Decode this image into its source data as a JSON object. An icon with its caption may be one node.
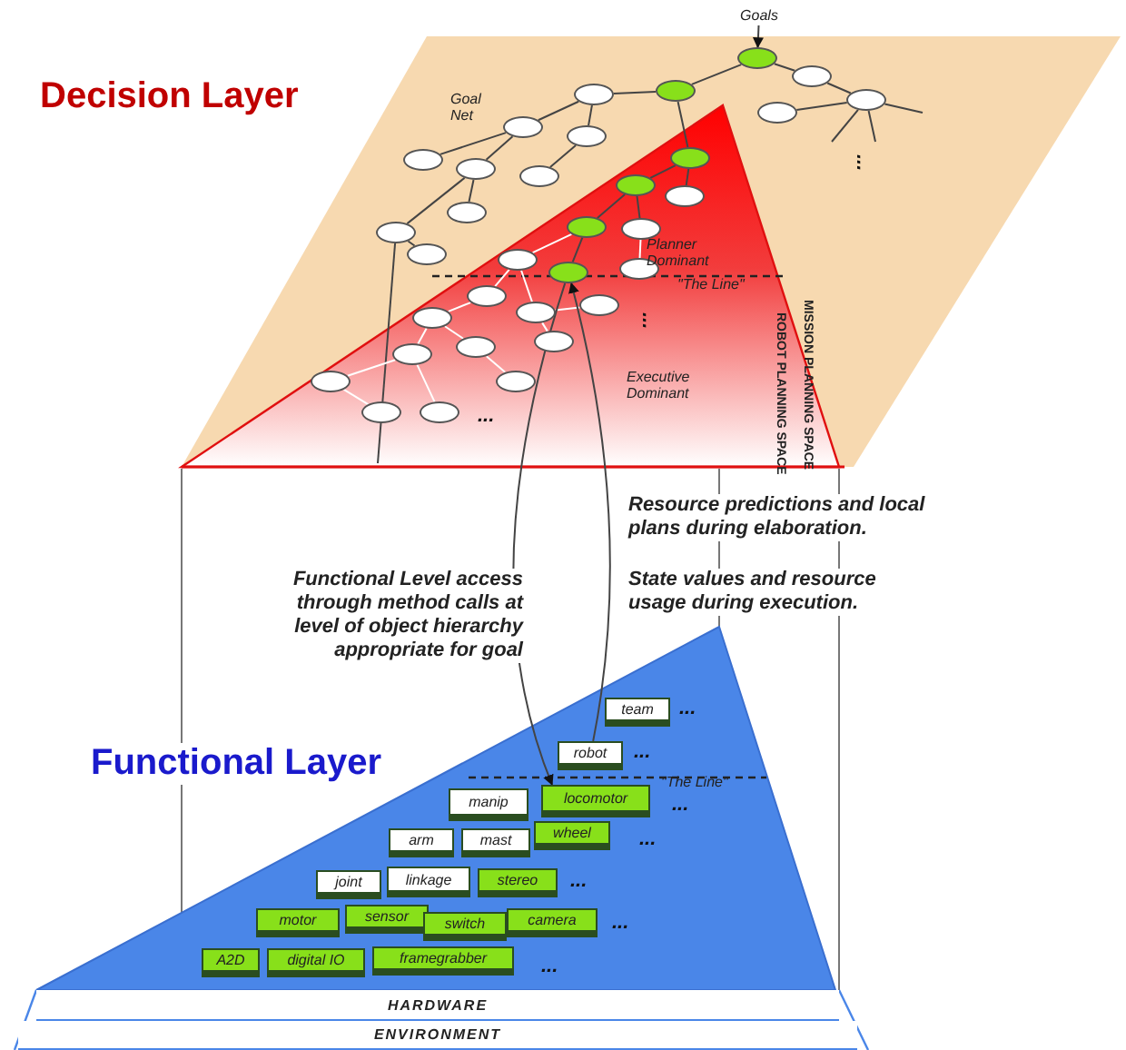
{
  "diagram": {
    "nodes": [
      {
        "text": [
          "Goals"
        ]
      },
      {
        "text": [],
        "shape": "ellipse"
      },
      {
        "text": [],
        "shape": "ellipse"
      },
      {
        "text": [],
        "shape": "ellipse"
      },
      {
        "text": [],
        "shape": "ellipse"
      },
      {
        "text": [],
        "shape": "ellipse"
      },
      {
        "text": [],
        "shape": "ellipse"
      },
      {
        "text": [],
        "shape": "ellipse"
      },
      {
        "text": [],
        "shape": "ellipse"
      },
      {
        "text": [],
        "shape": "ellipse"
      },
      {
        "text": [],
        "shape": "ellipse"
      },
      {
        "text": [],
        "shape": "ellipse"
      },
      {
        "text": [],
        "shape": "ellipse"
      },
      {
        "text": [],
        "shape": "ellipse"
      },
      {
        "text": [],
        "shape": "ellipse"
      },
      {
        "text": [],
        "shape": "ellipse"
      },
      {
        "text": [],
        "shape": "ellipse"
      },
      {
        "text": [],
        "shape": "ellipse"
      },
      {
        "text": [],
        "shape": "ellipse"
      },
      {
        "text": [],
        "shape": "ellipse"
      },
      {
        "text": [],
        "shape": "ellipse"
      },
      {
        "text": [],
        "shape": "ellipse"
      },
      {
        "text": [],
        "shape": "ellipse"
      },
      {
        "text": [],
        "shape": "ellipse"
      },
      {
        "text": [],
        "shape": "ellipse"
      },
      {
        "text": [],
        "shape": "ellipse"
      },
      {
        "text": [],
        "shape": "ellipse"
      },
      {
        "text": [],
        "shape": "ellipse"
      },
      {
        "text": [],
        "shape": "ellipse"
      },
      {
        "text": [],
        "shape": "ellipse"
      },
      {
        "text": [],
        "shape": "ellipse"
      },
      {
        "text": [],
        "shape": "ellipse"
      },
      {
        "text": [],
        "shape": "ellipse"
      },
      {
        "text": [],
        "shape": "ellipse"
      },
      {
        "text": [
          "team"
        ],
        "beside": [
          "..."
        ]
      },
      {
        "text": [
          "robot"
        ],
        "beside": [
          "..."
        ]
      },
      {
        "text": [
          "manip"
        ]
      },
      {
        "text": [
          "locomotor"
        ],
        "beside": [
          "..."
        ]
      },
      {
        "text": [
          "arm"
        ]
      },
      {
        "text": [
          "mast"
        ]
      },
      {
        "text": [
          "wheel"
        ],
        "beside": [
          "..."
        ]
      },
      {
        "text": [
          "joint"
        ]
      },
      {
        "text": [
          "linkage"
        ]
      },
      {
        "text": [
          "stereo"
        ],
        "beside": [
          "..."
        ]
      },
      {
        "text": [
          "motor"
        ]
      },
      {
        "text": [
          "sensor"
        ]
      },
      {
        "text": [
          "switch"
        ]
      },
      {
        "text": [
          "camera"
        ],
        "beside": [
          "..."
        ]
      },
      {
        "text": [
          "A2D"
        ]
      },
      {
        "text": [
          "digital IO"
        ]
      },
      {
        "text": [
          "framegrabber"
        ],
        "beside": [
          "..."
        ]
      },
      {
        "text": [
          "HARDWARE"
        ]
      },
      {
        "text": [
          "ENVIRONMENT"
        ]
      }
    ],
    "edges": [
      {
        "from": 0,
        "to": 1,
        "arrow": "to"
      },
      {
        "from": 1,
        "to": 2,
        "arrow": "none"
      },
      {
        "from": 1,
        "to": 3,
        "arrow": "none"
      },
      {
        "from": 3,
        "to": 4,
        "arrow": "none"
      },
      {
        "from": 4,
        "to": 5,
        "arrow": "none"
      },
      {
        "from": 4,
        "to": null,
        "arrow": "none"
      },
      {
        "from": 4,
        "to": null,
        "arrow": "none"
      },
      {
        "from": 4,
        "to": null,
        "arrow": "none"
      },
      {
        "from": 2,
        "to": 6,
        "arrow": "none"
      },
      {
        "from": 6,
        "to": 7,
        "arrow": "none"
      },
      {
        "from": 6,
        "to": 8,
        "arrow": "none"
      },
      {
        "from": 7,
        "to": 9,
        "arrow": "none"
      },
      {
        "from": 7,
        "to": 10,
        "arrow": "none"
      },
      {
        "from": 8,
        "to": 11,
        "arrow": "none"
      },
      {
        "from": 10,
        "to": 15,
        "arrow": "none"
      },
      {
        "from": 10,
        "to": 16,
        "arrow": "none"
      },
      {
        "from": 16,
        "to": 19,
        "arrow": "none"
      },
      {
        "from": 16,
        "to": null,
        "arrow": "none"
      },
      {
        "from": 2,
        "to": 12,
        "arrow": "none"
      },
      {
        "from": 12,
        "to": 13,
        "arrow": "none"
      },
      {
        "from": 13,
        "to": 17,
        "arrow": "none"
      },
      {
        "from": 17,
        "to": 21,
        "arrow": "none"
      },
      {
        "from": 12,
        "to": 14,
        "arrow": "none"
      },
      {
        "from": 13,
        "to": 18,
        "arrow": "none"
      },
      {
        "from": 18,
        "to": 22,
        "arrow": "none",
        "color": "#ffffff"
      },
      {
        "from": 17,
        "to": 20,
        "arrow": "none",
        "color": "#ffffff"
      },
      {
        "from": 20,
        "to": 24,
        "arrow": "none",
        "color": "#ffffff"
      },
      {
        "from": 24,
        "to": 26,
        "arrow": "none",
        "color": "#ffffff"
      },
      {
        "from": 20,
        "to": 25,
        "arrow": "none",
        "color": "#ffffff"
      },
      {
        "from": 25,
        "to": 23,
        "arrow": "none",
        "color": "#ffffff"
      },
      {
        "from": 25,
        "to": 28,
        "arrow": "none",
        "color": "#ffffff"
      },
      {
        "from": 26,
        "to": 29,
        "arrow": "none",
        "color": "#ffffff"
      },
      {
        "from": 26,
        "to": 27,
        "arrow": "none",
        "color": "#ffffff"
      },
      {
        "from": 27,
        "to": 30,
        "arrow": "none",
        "color": "#ffffff"
      },
      {
        "from": 29,
        "to": 31,
        "arrow": "none",
        "color": "#ffffff"
      },
      {
        "from": 31,
        "to": 32,
        "arrow": "none",
        "color": "#ffffff"
      },
      {
        "from": 29,
        "to": 33,
        "arrow": "none",
        "color": "#ffffff"
      },
      {
        "from": 21,
        "to": 37,
        "arrow": "to"
      },
      {
        "from": 35,
        "to": 21,
        "arrow": "to"
      }
    ],
    "labels": [
      "Decision Layer",
      "Goal Net",
      "...",
      "Planner Dominant",
      "\"The Line\"",
      "...",
      "Executive Dominant",
      "...",
      "MISSION PLANNING SPACE",
      "ROBOT PLANNING SPACE",
      "Resource predictions and local plans during elaboration.",
      "Functional Level access through method calls at level of object hierarchy appropriate for goal",
      "State values and resource usage during execution.",
      "Functional Layer",
      "\"The Line\""
    ]
  }
}
